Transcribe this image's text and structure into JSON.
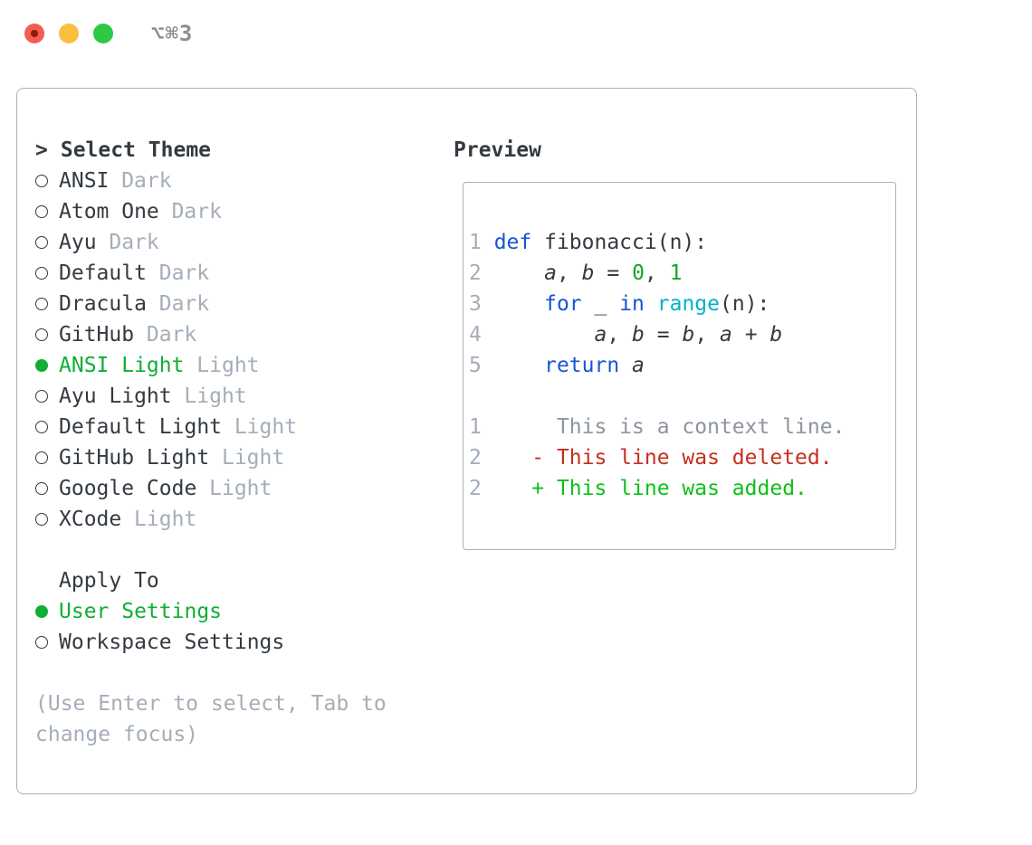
{
  "window": {
    "title": "⌥⌘3"
  },
  "colors": {
    "text": "#333a41",
    "muted": "#a4aeb9",
    "context_gray": "#8d959e",
    "green_ui": "#0fae35",
    "green_added": "#0cc018",
    "green_number": "#12a622",
    "red_deleted": "#c52f1d",
    "blue_keyword": "#1556d4",
    "cyan_function": "#00b2c7",
    "border": "#a9b1bb",
    "title_gray": "#8f8f8f",
    "btn_red": "#f25e52",
    "btn_red_dot": "#8c1a11",
    "btn_yellow": "#fbbf3f",
    "btn_green": "#2fc845"
  },
  "theme_picker": {
    "prompt": ">",
    "title": "Select Theme",
    "items": [
      {
        "label": "ANSI",
        "tag": "Dark",
        "selected": false
      },
      {
        "label": "Atom One",
        "tag": "Dark",
        "selected": false
      },
      {
        "label": "Ayu",
        "tag": "Dark",
        "selected": false
      },
      {
        "label": "Default",
        "tag": "Dark",
        "selected": false
      },
      {
        "label": "Dracula",
        "tag": "Dark",
        "selected": false
      },
      {
        "label": "GitHub",
        "tag": "Dark",
        "selected": false
      },
      {
        "label": "ANSI Light",
        "tag": "Light",
        "selected": true
      },
      {
        "label": "Ayu Light",
        "tag": "Light",
        "selected": false
      },
      {
        "label": "Default Light",
        "tag": "Light",
        "selected": false
      },
      {
        "label": "GitHub Light",
        "tag": "Light",
        "selected": false
      },
      {
        "label": "Google Code",
        "tag": "Light",
        "selected": false
      },
      {
        "label": "XCode",
        "tag": "Light",
        "selected": false
      }
    ],
    "apply_to": {
      "title": "Apply To",
      "options": [
        {
          "label": "User Settings",
          "selected": true
        },
        {
          "label": "Workspace Settings",
          "selected": false
        }
      ]
    },
    "hint": "(Use Enter to select, Tab to change focus)"
  },
  "preview": {
    "title": "Preview",
    "code_lines": [
      [
        {
          "t": "1 ",
          "c": "ln"
        },
        {
          "t": "def",
          "c": "kw"
        },
        {
          "t": " fibonacci(n):",
          "c": "pl"
        }
      ],
      [
        {
          "t": "2 ",
          "c": "ln"
        },
        {
          "t": "    ",
          "c": "pl"
        },
        {
          "t": "a",
          "c": "var"
        },
        {
          "t": ", ",
          "c": "pl"
        },
        {
          "t": "b",
          "c": "var"
        },
        {
          "t": " = ",
          "c": "pl"
        },
        {
          "t": "0",
          "c": "num"
        },
        {
          "t": ", ",
          "c": "pl"
        },
        {
          "t": "1",
          "c": "num"
        }
      ],
      [
        {
          "t": "3 ",
          "c": "ln"
        },
        {
          "t": "    ",
          "c": "pl"
        },
        {
          "t": "for",
          "c": "kw"
        },
        {
          "t": " _ ",
          "c": "pl"
        },
        {
          "t": "in",
          "c": "kw"
        },
        {
          "t": " ",
          "c": "pl"
        },
        {
          "t": "range",
          "c": "fn"
        },
        {
          "t": "(n):",
          "c": "pl"
        }
      ],
      [
        {
          "t": "4 ",
          "c": "ln"
        },
        {
          "t": "        ",
          "c": "pl"
        },
        {
          "t": "a",
          "c": "var"
        },
        {
          "t": ", ",
          "c": "pl"
        },
        {
          "t": "b",
          "c": "var"
        },
        {
          "t": " = ",
          "c": "pl"
        },
        {
          "t": "b",
          "c": "var"
        },
        {
          "t": ", ",
          "c": "pl"
        },
        {
          "t": "a",
          "c": "var"
        },
        {
          "t": " + ",
          "c": "pl"
        },
        {
          "t": "b",
          "c": "var"
        }
      ],
      [
        {
          "t": "5 ",
          "c": "ln"
        },
        {
          "t": "    ",
          "c": "pl"
        },
        {
          "t": "return",
          "c": "kw"
        },
        {
          "t": " ",
          "c": "pl"
        },
        {
          "t": "a",
          "c": "var"
        }
      ],
      [],
      [
        {
          "t": "1 ",
          "c": "ln"
        },
        {
          "t": "     This is a context line.",
          "c": "ctx"
        }
      ],
      [
        {
          "t": "2 ",
          "c": "ln"
        },
        {
          "t": "   - This line was deleted.",
          "c": "del"
        }
      ],
      [
        {
          "t": "2 ",
          "c": "ln"
        },
        {
          "t": "   + This line was added.",
          "c": "add"
        }
      ]
    ]
  }
}
